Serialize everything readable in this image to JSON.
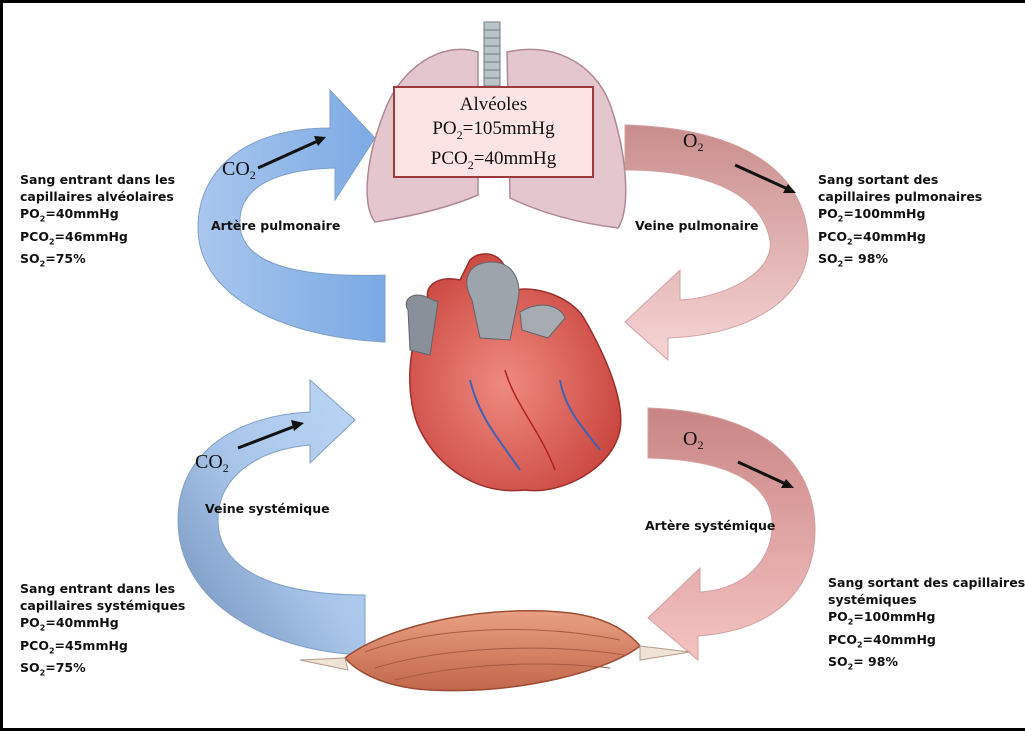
{
  "alveoles": {
    "title": "Alvéoles",
    "po2_prefix": "PO",
    "po2_sub": "2",
    "po2_value": "=105mmHg",
    "pco2_prefix": "PCO",
    "pco2_sub": "2",
    "pco2_value": "=40mmHg"
  },
  "gases": {
    "co2_top": {
      "base": "CO",
      "sub": "2"
    },
    "o2_top": {
      "base": "O",
      "sub": "2"
    },
    "co2_bottom": {
      "base": "CO",
      "sub": "2"
    },
    "o2_bottom": {
      "base": "O",
      "sub": "2"
    }
  },
  "vessels": {
    "artere_pulmonaire": "Artère pulmonaire",
    "veine_pulmonaire": "Veine pulmonaire",
    "veine_systemique": "Veine systémique",
    "artere_systemique": "Artère systémique"
  },
  "blocks": {
    "top_left": {
      "line1": "Sang entrant dans les",
      "line2": "capillaires alvéolaires",
      "po2": {
        "pre": "PO",
        "sub": "2",
        "post": "=40mmHg"
      },
      "pco2": {
        "pre": "PCO",
        "sub": "2",
        "post": "=46mmHg"
      },
      "so2": {
        "pre": "SO",
        "sub": "2",
        "post": "=75%"
      }
    },
    "top_right": {
      "line1": "Sang sortant des",
      "line2": "capillaires pulmonaires",
      "po2": {
        "pre": "PO",
        "sub": "2",
        "post": "=100mmHg"
      },
      "pco2": {
        "pre": "PCO",
        "sub": "2",
        "post": "=40mmHg"
      },
      "so2": {
        "pre": "SO",
        "sub": "2",
        "post": "= 98%"
      }
    },
    "bottom_left": {
      "line1": "Sang entrant dans les",
      "line2": "capillaires systémiques",
      "po2": {
        "pre": "PO",
        "sub": "2",
        "post": "=40mmHg"
      },
      "pco2": {
        "pre": "PCO",
        "sub": "2",
        "post": "=45mmHg"
      },
      "so2": {
        "pre": "SO",
        "sub": "2",
        "post": "=75%"
      }
    },
    "bottom_right": {
      "line1": "Sang sortant des capillaires",
      "line2": "systémiques",
      "po2": {
        "pre": "PO",
        "sub": "2",
        "post": "=100mmHg"
      },
      "pco2": {
        "pre": "PCO",
        "sub": "2",
        "post": "=40mmHg"
      },
      "so2": {
        "pre": "SO",
        "sub": "2",
        "post": "= 98%"
      }
    }
  },
  "colors": {
    "venous_arrow": "#8fb8ea",
    "arterial_arrow": "#e79a9a",
    "lung": "#e6c7cf",
    "heart": "#d9584f",
    "muscle": "#d98a6b",
    "box_border": "#9b3b3b",
    "box_fill": "#fde4e4"
  }
}
